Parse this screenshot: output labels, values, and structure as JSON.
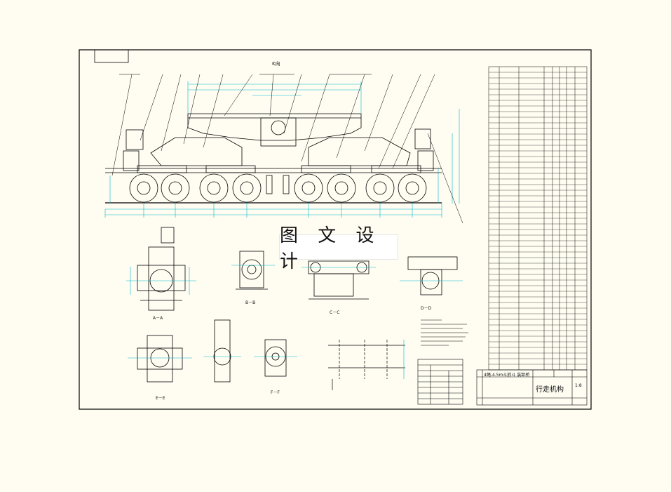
{
  "watermark": {
    "text": "图 文 设 计"
  },
  "drawing": {
    "section_labels": {
      "a": "A－A",
      "b": "B－B",
      "c": "C－C",
      "d": "D－D",
      "e": "E－E",
      "f": "F－F"
    },
    "view_k": "K向"
  },
  "title_block": {
    "name": "行走机构",
    "spec": "4绳-4.5m斗抓斗 装卸桥",
    "scale": "1:8"
  },
  "colors": {
    "background": "#fffdf2",
    "line": "#000000",
    "dimension": "#00b5c8",
    "frame": "#000000"
  }
}
